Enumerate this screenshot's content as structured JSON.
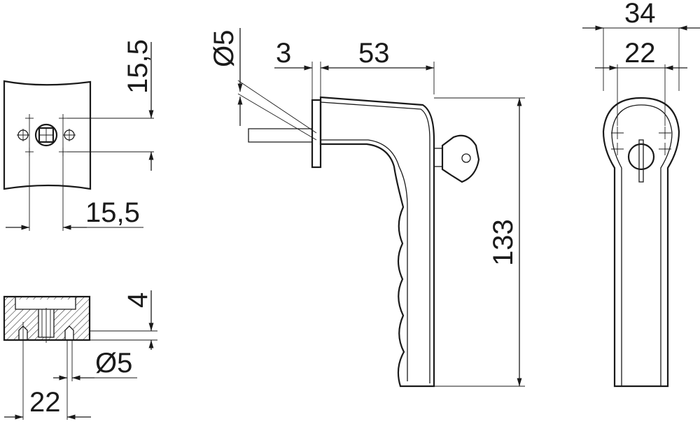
{
  "dimensions": {
    "plate_hole_vertical": "15,5",
    "plate_hole_horizontal": "15,5",
    "section_depth": "4",
    "section_hole_diameter": "Ø5",
    "section_spacing": "22",
    "spindle_diameter": "Ø5",
    "offset": "3",
    "handle_projection": "53",
    "handle_length": "133",
    "rose_outer_width": "34",
    "rose_inner_width": "22"
  }
}
